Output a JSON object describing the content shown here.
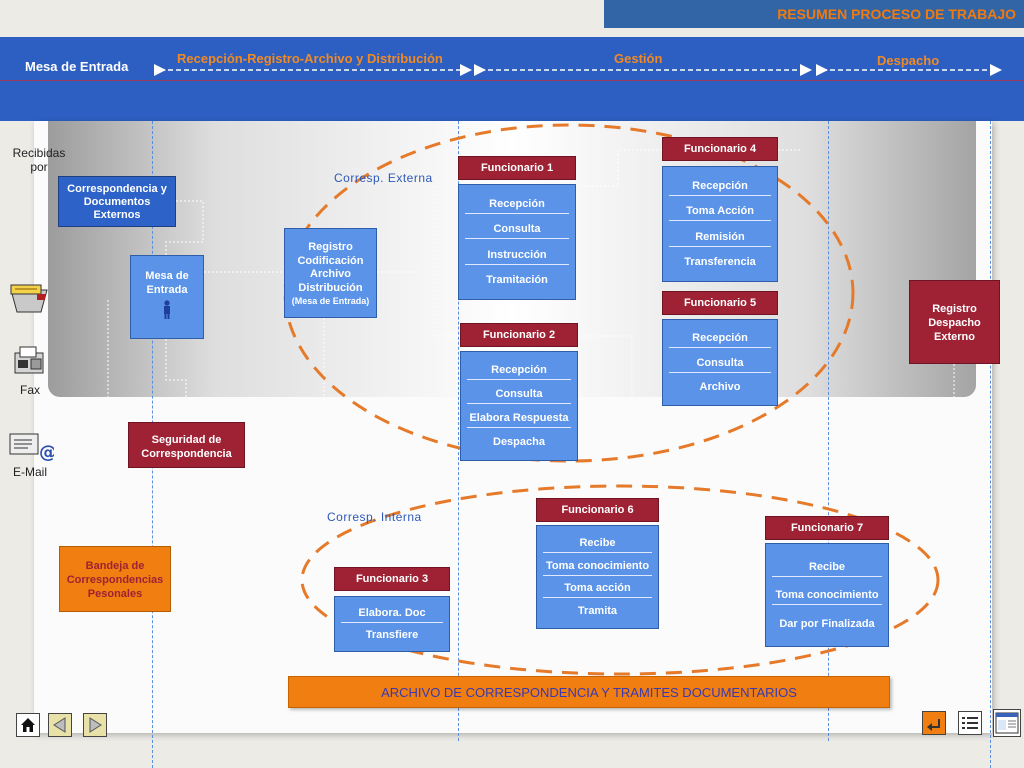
{
  "title": "RESUMEN PROCESO DE TRABAJO",
  "header": {
    "mesa": "Mesa de Entrada",
    "recepcion": "Recepción-Registro-Archivo y Distribución",
    "gestion": "Gestión",
    "despacho": "Despacho"
  },
  "left": {
    "recibidas": "Recibidas por",
    "fax": "Fax",
    "email": "E-Mail"
  },
  "boxes": {
    "corresp_ext": "Correspondencia y Documentos Externos",
    "mesa_entrada": "Mesa de Entrada",
    "registro_lines": [
      "Registro",
      "Codificación",
      "Archivo",
      "Distribución"
    ],
    "registro_sub": "(Mesa de Entrada)",
    "seguridad": "Seguridad de Correspondencia",
    "bandeja": "Bandeja de Correspondencias Pesonales",
    "registro_despacho": "Registro Despacho Externo"
  },
  "labels": {
    "externa": "Corresp. Externa",
    "interna": "Corresp. Interna"
  },
  "funcionarios": [
    {
      "name": "Funcionario 1",
      "items": [
        "Recepción",
        "Consulta",
        "Instrucción",
        "Tramitación"
      ]
    },
    {
      "name": "Funcionario  2",
      "items": [
        "Recepción",
        "Consulta",
        "Elabora Respuesta",
        "Despacha"
      ]
    },
    {
      "name": "Funcionario  3",
      "items": [
        "Elabora. Doc",
        "Transfiere"
      ]
    },
    {
      "name": "Funcionario 4",
      "items": [
        "Recepción",
        "Toma Acción",
        "Remisión",
        "Transferencia"
      ]
    },
    {
      "name": "Funcionario 5",
      "items": [
        "Recepción",
        "Consulta",
        "Archivo"
      ]
    },
    {
      "name": "Funcionario 6",
      "items": [
        "Recibe",
        "Toma conocimiento",
        "Toma acción",
        "Tramita"
      ]
    },
    {
      "name": "Funcionario 7",
      "items": [
        "Recibe",
        "Toma conocimiento",
        "Dar por Finalizada"
      ]
    }
  ],
  "archivo": "ARCHIVO DE CORRESPONDENCIA Y TRAMITES DOCUMENTARIOS",
  "nav": {
    "home": "home-icon",
    "prev": "previous-icon",
    "next": "next-icon",
    "back": "return-icon",
    "list": "list-icon",
    "window": "window-icon"
  },
  "colors": {
    "band": "#2d5fc2",
    "title": "#f07a10",
    "red_box": "#9e2234",
    "blue_box": "#5b93e8",
    "ellipse": "#e57a2a"
  }
}
